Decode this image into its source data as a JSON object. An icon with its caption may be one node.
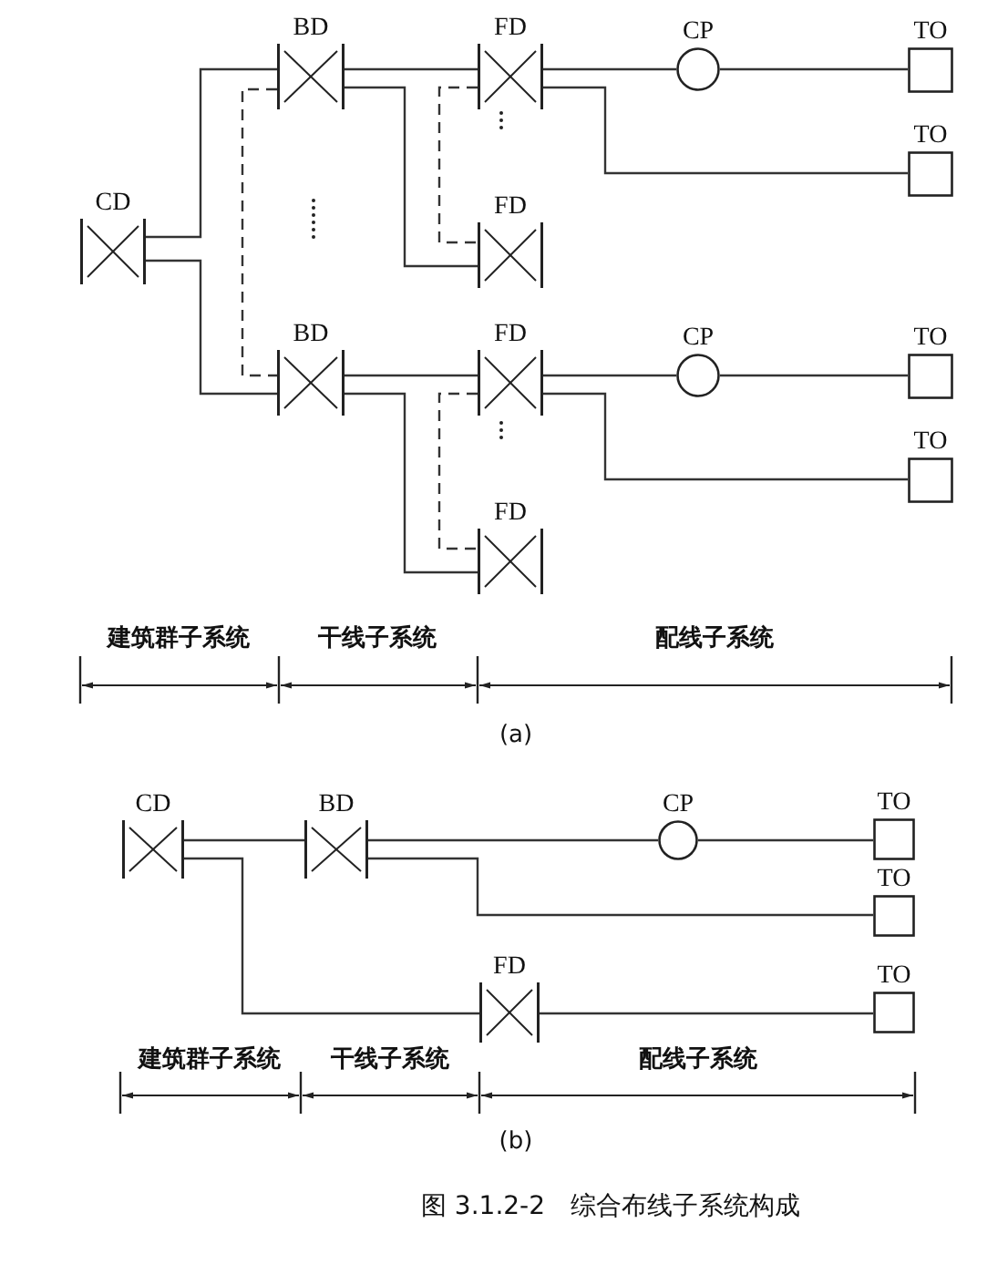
{
  "diagram": {
    "caption": "图 3.1.2-2　综合布线子系统构成",
    "nodes": [
      {
        "text": [
          "CD"
        ]
      },
      {
        "text": [
          "BD"
        ]
      },
      {
        "text": [
          "FD"
        ]
      },
      {
        "text": [
          "CP"
        ]
      },
      {
        "text": [
          "TO"
        ]
      },
      {
        "text": [
          "TO"
        ]
      },
      {
        "text": [
          "FD"
        ]
      },
      {
        "text": [
          "BD"
        ]
      },
      {
        "text": [
          "FD"
        ]
      },
      {
        "text": [
          "CP"
        ]
      },
      {
        "text": [
          "TO"
        ]
      },
      {
        "text": [
          "TO"
        ]
      },
      {
        "text": [
          "FD"
        ]
      },
      {
        "text": [
          "CD"
        ]
      },
      {
        "text": [
          "BD"
        ]
      },
      {
        "text": [
          "CP"
        ]
      },
      {
        "text": [
          "TO"
        ]
      },
      {
        "text": [
          "TO"
        ]
      },
      {
        "text": [
          "FD"
        ]
      },
      {
        "text": [
          "TO"
        ]
      }
    ],
    "edges": [
      {
        "from": 0,
        "to": 1,
        "arrow": "none"
      },
      {
        "from": 0,
        "to": 7,
        "arrow": "none"
      },
      {
        "from": 1,
        "to": 7,
        "arrow": "none",
        "style": "dashed"
      },
      {
        "from": 1,
        "to": 2,
        "arrow": "none"
      },
      {
        "from": 1,
        "to": 6,
        "arrow": "none"
      },
      {
        "from": 2,
        "to": 6,
        "arrow": "none",
        "style": "dashed"
      },
      {
        "from": 2,
        "to": 3,
        "arrow": "none"
      },
      {
        "from": 3,
        "to": 4,
        "arrow": "none"
      },
      {
        "from": 2,
        "to": 5,
        "arrow": "none"
      },
      {
        "from": 7,
        "to": 8,
        "arrow": "none"
      },
      {
        "from": 7,
        "to": 12,
        "arrow": "none"
      },
      {
        "from": 8,
        "to": 12,
        "arrow": "none",
        "style": "dashed"
      },
      {
        "from": 8,
        "to": 9,
        "arrow": "none"
      },
      {
        "from": 9,
        "to": 10,
        "arrow": "none"
      },
      {
        "from": 8,
        "to": 11,
        "arrow": "none"
      },
      {
        "from": 13,
        "to": 14,
        "arrow": "none"
      },
      {
        "from": 13,
        "to": 18,
        "arrow": "none"
      },
      {
        "from": 14,
        "to": 15,
        "arrow": "none"
      },
      {
        "from": 15,
        "to": 16,
        "arrow": "none"
      },
      {
        "from": 14,
        "to": 17,
        "arrow": "none"
      },
      {
        "from": 18,
        "to": 19,
        "arrow": "none"
      }
    ],
    "labels": [
      "建筑群子系统",
      "干线子系统",
      "配线子系统",
      "(a)",
      "建筑群子系统",
      "干线子系统",
      "配线子系统",
      "(b)"
    ]
  }
}
